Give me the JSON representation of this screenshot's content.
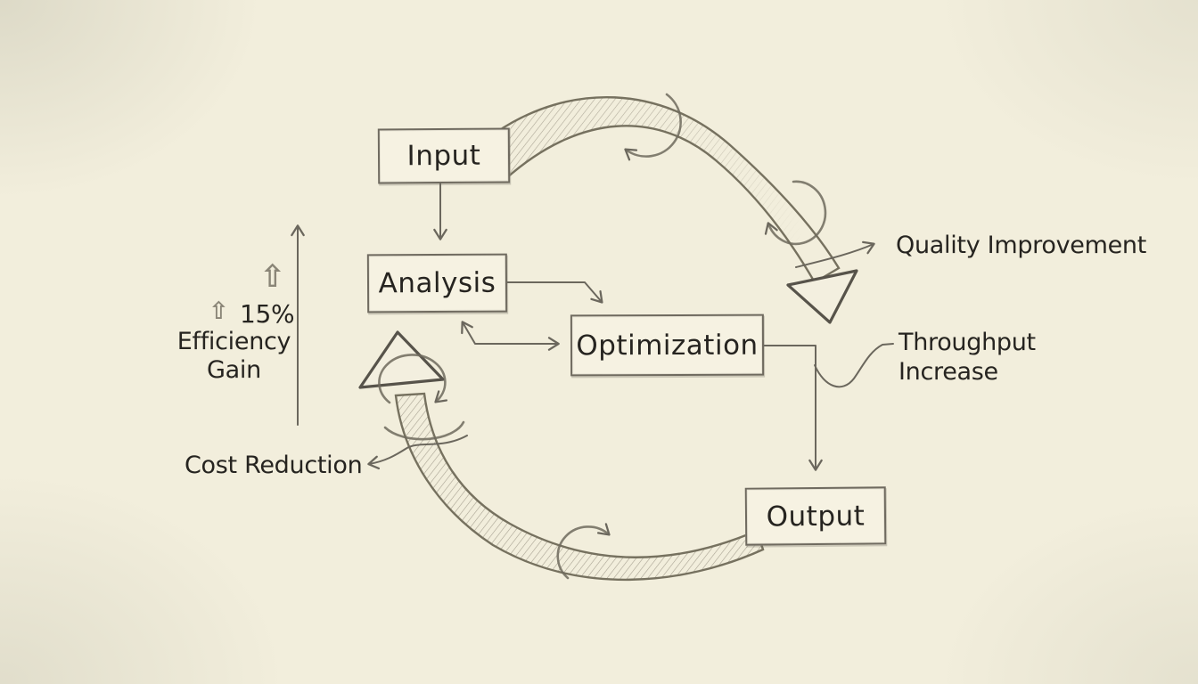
{
  "diagram": {
    "type": "hand-drawn process cycle flowchart",
    "nodes": {
      "input": "Input",
      "analysis": "Analysis",
      "optimization": "Optimization",
      "output": "Output"
    },
    "edges": [
      {
        "from": "Input",
        "to": "Analysis",
        "style": "straight arrow"
      },
      {
        "from": "Analysis",
        "to": "Optimization",
        "style": "elbow arrow"
      },
      {
        "from": "Optimization",
        "to": "Analysis",
        "style": "elbow arrow (return)"
      },
      {
        "from": "Optimization",
        "to": "Output",
        "style": "elbow arrow"
      },
      {
        "from": "Input",
        "to": "lower right",
        "style": "large hatched curved arrow (clockwise)"
      },
      {
        "from": "Output",
        "to": "upper left",
        "style": "large hatched curved arrow (clockwise)"
      }
    ],
    "labels": {
      "quality_improvement": "Quality Improvement",
      "throughput_line1": "Throughput",
      "throughput_line2": "Increase",
      "cost_reduction": "Cost Reduction",
      "efficiency_line1": "Efficiency",
      "efficiency_line2": "Gain",
      "efficiency_value": "15%",
      "up_arrow_glyph": "⇧"
    },
    "colors": {
      "background": "#f2eedc",
      "box_fill": "#f6f2e2",
      "ink": "#262420",
      "pencil": "#6b675d",
      "pencil_light": "#a39d8e"
    }
  }
}
